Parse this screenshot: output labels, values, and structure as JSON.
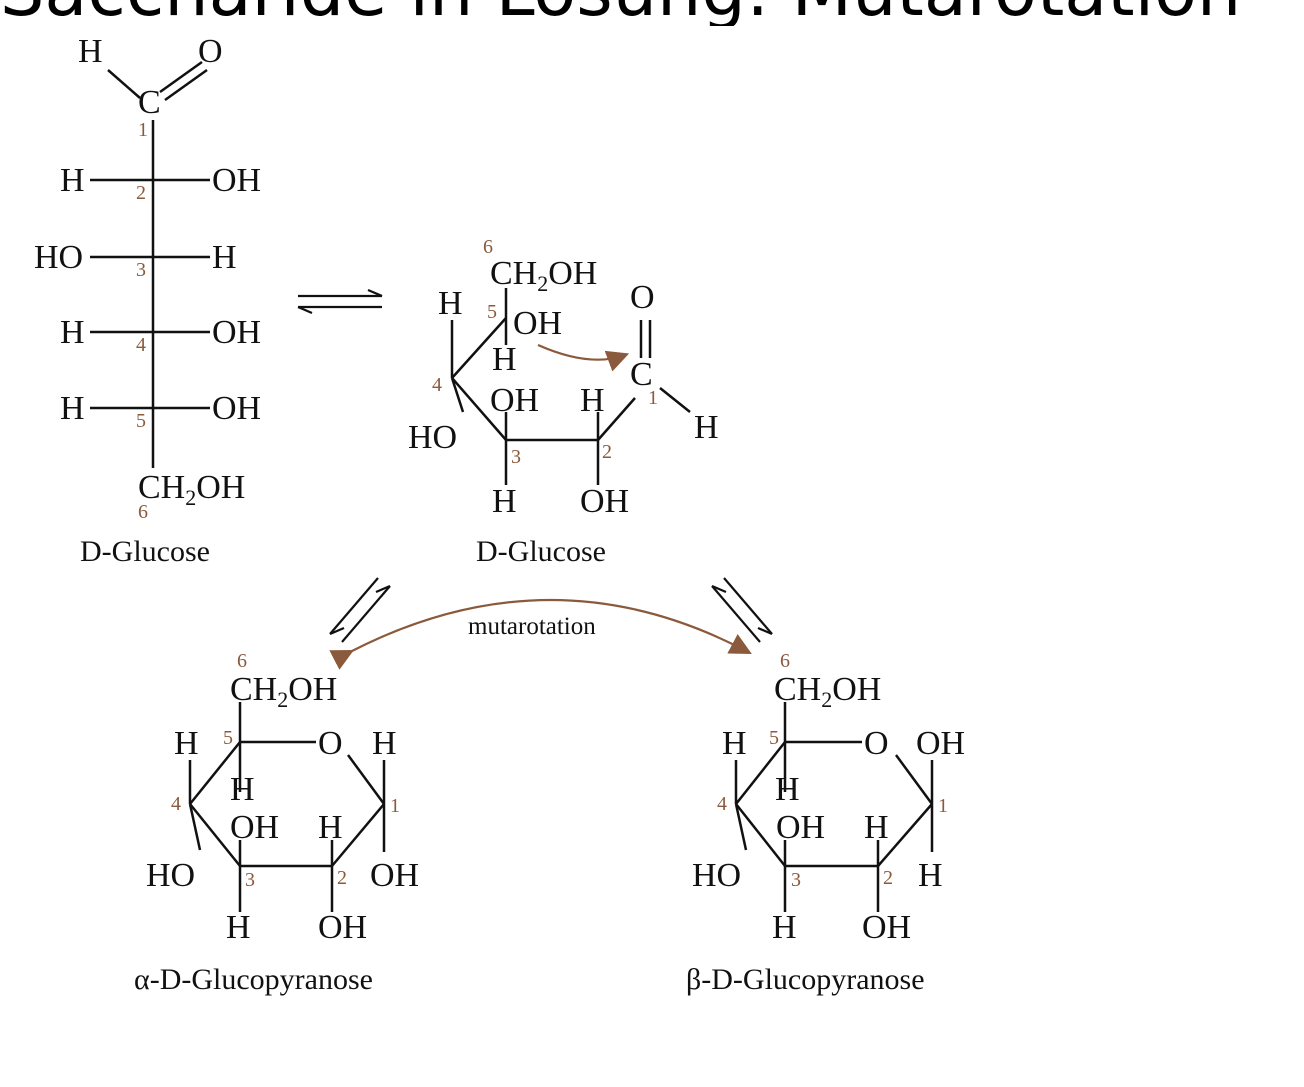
{
  "banner": {
    "text": "Saccharide in Lösung: Mutarotation"
  },
  "colors": {
    "ink": "#111111",
    "accent": "#8b5a3c"
  },
  "labels": {
    "h": "H",
    "o": "O",
    "c": "C",
    "oh": "OH",
    "ho": "HO",
    "ch2oh": "CH2OH",
    "ch2_ch": "CH",
    "ch2_2": "2",
    "ch2_oh": "OH"
  },
  "numbers": {
    "n1": "1",
    "n2": "2",
    "n3": "3",
    "n4": "4",
    "n5": "5",
    "n6": "6"
  },
  "captions": {
    "fischer": "D-Glucose",
    "open_chain": "D-Glucose",
    "alpha": "α-D-Glucopyranose",
    "beta": "β-D-Glucopyranose"
  },
  "mutarotation_label": "mutarotation"
}
